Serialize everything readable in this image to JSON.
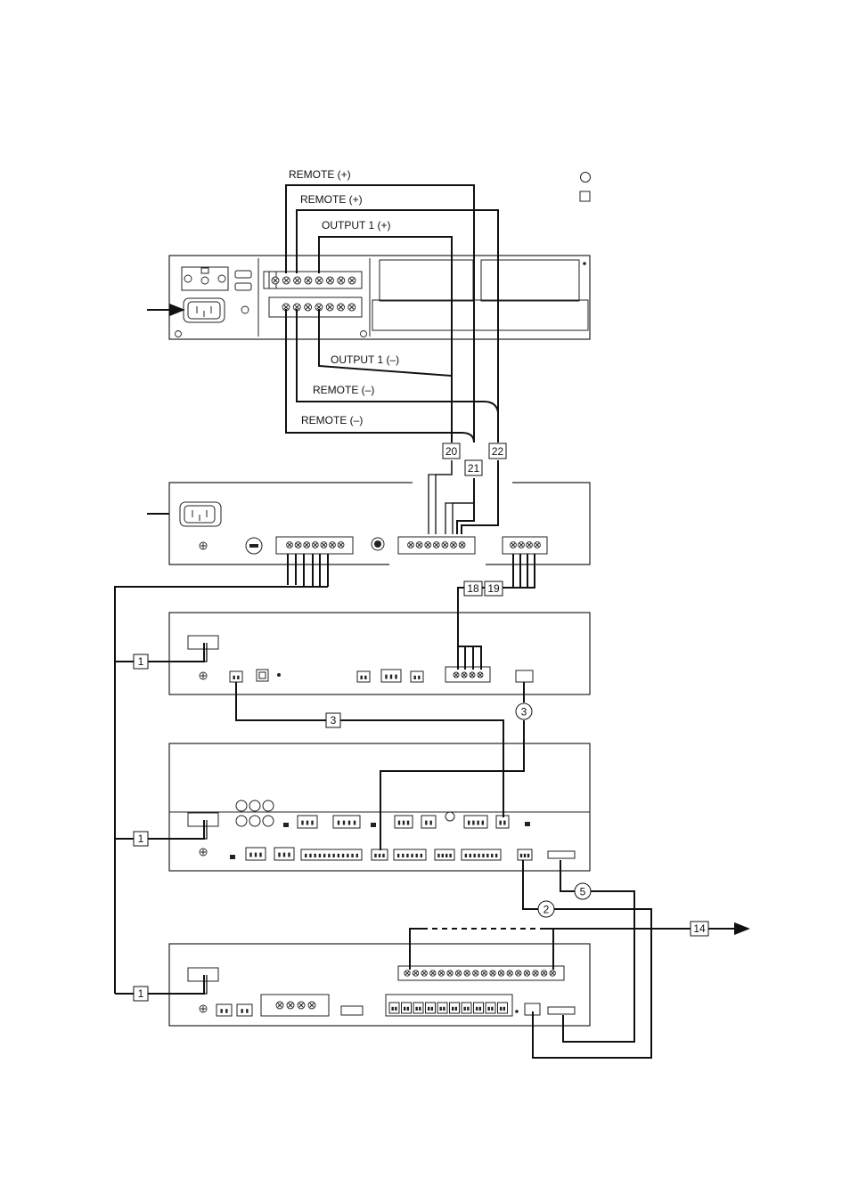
{
  "legend": {
    "circle_symbol": "○",
    "square_symbol": "□"
  },
  "wire_labels": {
    "remote_plus_outer": "REMOTE (+)",
    "remote_plus_inner": "REMOTE (+)",
    "output1_plus": "OUTPUT 1 (+)",
    "output1_minus": "OUTPUT 1 (–)",
    "remote_minus_inner": "REMOTE (–)",
    "remote_minus_outer": "REMOTE (–)"
  },
  "square_callouts": {
    "c20": "20",
    "c21": "21",
    "c22": "22",
    "c18": "18",
    "c19": "19",
    "c3": "3",
    "c1a": "1",
    "c1b": "1",
    "c1c": "1",
    "c14": "14"
  },
  "circle_callouts": {
    "o3": "3",
    "o5": "5",
    "o2": "2"
  }
}
